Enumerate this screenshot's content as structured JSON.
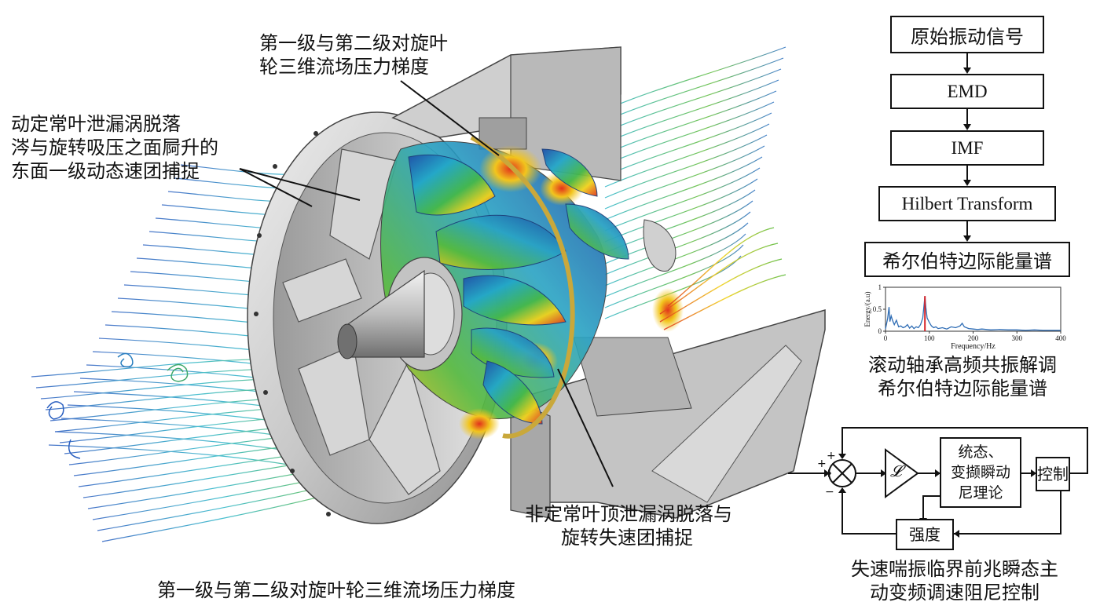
{
  "figure": {
    "caption_main": "第一级与第二级对旋叶轮三维流场压力梯度",
    "caption_spectrum_line1": "滚动轴承高频共振解调",
    "caption_spectrum_line2": "希尔伯特边际能量谱",
    "caption_control_line1": "失速喘振临界前兆瞬态主",
    "caption_control_line2": "动变频调速阻尼控制"
  },
  "annotations": {
    "top_line1": "第一级与第二级对旋叶",
    "top_line2": "轮三维流场压力梯度",
    "left_line1": "动定常叶泄漏涡脱落",
    "left_line2": "涔与旋转吸压之面屙升的",
    "left_line3": "东面一级动态速团捕捉",
    "bottom_line1": "非定常叶顶泄漏涡脱落与",
    "bottom_line2": "旋转失速团捕捉"
  },
  "flowchart": {
    "steps": [
      "原始振动信号",
      "EMD",
      "IMF",
      "Hilbert Transform",
      "希尔伯特边际能量谱"
    ]
  },
  "chart_data": {
    "type": "line",
    "xlabel": "Frequency/Hz",
    "ylabel": "Energy/(a.u)",
    "xlim": [
      0,
      400
    ],
    "ylim": [
      0,
      1
    ],
    "xticks": [
      0,
      100,
      200,
      300,
      400
    ],
    "yticks": [
      0,
      0.5,
      1
    ],
    "series_color": "#2f6db5",
    "highlight_color": "#d8252a",
    "x": [
      0,
      5,
      8,
      10,
      13,
      16,
      20,
      25,
      30,
      35,
      40,
      45,
      50,
      55,
      60,
      65,
      70,
      75,
      80,
      85,
      88,
      90,
      92,
      95,
      100,
      105,
      110,
      115,
      120,
      130,
      140,
      150,
      160,
      170,
      175,
      180,
      190,
      200,
      210,
      220,
      240,
      260,
      280,
      300,
      320,
      340,
      360,
      380,
      400
    ],
    "values": [
      0.05,
      0.3,
      0.55,
      0.22,
      0.35,
      0.25,
      0.15,
      0.25,
      0.1,
      0.12,
      0.08,
      0.1,
      0.15,
      0.07,
      0.12,
      0.06,
      0.1,
      0.08,
      0.15,
      0.3,
      0.6,
      0.8,
      0.55,
      0.3,
      0.2,
      0.12,
      0.08,
      0.1,
      0.06,
      0.08,
      0.05,
      0.1,
      0.08,
      0.12,
      0.18,
      0.1,
      0.06,
      0.05,
      0.04,
      0.05,
      0.03,
      0.04,
      0.03,
      0.03,
      0.02,
      0.03,
      0.02,
      0.02,
      0.02
    ]
  },
  "control": {
    "controller_line1": "统态、",
    "controller_line2": "变撷瞬动",
    "controller_line3": "尼理论",
    "actuator": "控制",
    "sensor": "强度",
    "gain_symbol": "𝓛",
    "plus1": "+",
    "plus2": "+",
    "minus": "−"
  },
  "colors": {
    "housing": "#c9c9c9",
    "housing_dark": "#8a8a8a",
    "streamline_blue": "#2a6fc0",
    "streamline_cyan": "#2cb5c8",
    "streamline_green": "#5dbb3a",
    "pressure_red": "#e23b1e",
    "pressure_yellow": "#f2d21c"
  }
}
